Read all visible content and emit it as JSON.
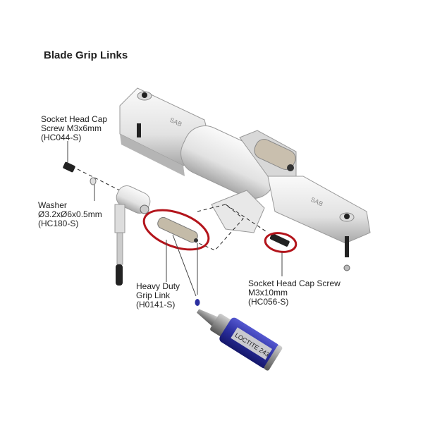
{
  "title": "Blade Grip Links",
  "labels": {
    "screw_small": {
      "line1": "Socket Head Cap",
      "line2": "Screw M3x6mm",
      "line3": "(HC044-S)"
    },
    "washer": {
      "line1": "Washer",
      "line2": "Ø3.2xØ6x0.5mm",
      "line3": "(HC180-S)"
    },
    "grip_link": {
      "line1": "Heavy Duty",
      "line2": "Grip Link",
      "line3": "(H0141-S)"
    },
    "screw_large": {
      "line1": "Socket Head Cap Screw",
      "line2": "M3x10mm",
      "line3": "(HC056-S)"
    }
  },
  "bottle_label": "LOCTITE 243",
  "hub_marking": "SAB",
  "colors": {
    "highlight": "#b3141b",
    "bottle": "#2b2fa0",
    "part": "#e6e6e6"
  }
}
